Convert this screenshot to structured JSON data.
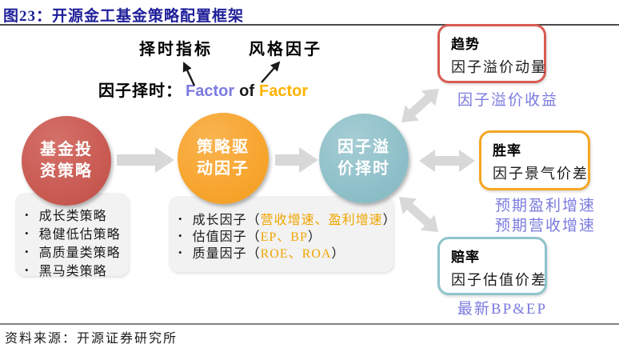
{
  "figure": {
    "title": "图23：开源金工基金策略配置框架",
    "source": "资料来源：开源证券研究所"
  },
  "top": {
    "timing_indicator_label": "择时指标",
    "style_factor_label": "风格因子",
    "factor_timing_prefix": "因子择时：",
    "factor_word_1": "Factor",
    "of_word": "of",
    "factor_word_2": "Factor"
  },
  "circles": [
    {
      "line1": "基金投",
      "line2": "资策略"
    },
    {
      "line1": "策略驱",
      "line2": "动因子"
    },
    {
      "line1": "因子溢",
      "line2": "价择时"
    }
  ],
  "strategy_list": {
    "items": [
      "成长类策略",
      "稳健低估策略",
      "高质量类策略",
      "黑马类策略"
    ]
  },
  "factor_list": {
    "open": "（",
    "close": "）",
    "items": [
      {
        "name": "成长因子",
        "detail": "营收增速、盈利增速"
      },
      {
        "name": "估值因子",
        "detail": "EP、BP"
      },
      {
        "name": "质量因子",
        "detail": "ROE、ROA"
      }
    ]
  },
  "right_boxes": [
    {
      "title": "趋势",
      "subtitle": "因子溢价动量",
      "captions": [
        "因子溢价收益"
      ]
    },
    {
      "title": "胜率",
      "subtitle": "因子景气价差",
      "captions": [
        "预期盈利增速",
        "预期营收增速"
      ]
    },
    {
      "title": "赔率",
      "subtitle": "因子估值价差",
      "captions": [
        "最新BP&EP"
      ]
    }
  ],
  "colors": {
    "title_navy": "#1F1F99",
    "circle_red": "#C95B53",
    "circle_orange": "#F7A52E",
    "circle_teal": "#8FC0C9",
    "border_red": "#D85C52",
    "border_orange": "#F5A623",
    "border_teal": "#8FC4CC",
    "caption_purple": "#7B7BE0",
    "detail_orange": "#F0A500",
    "arrow_gray": "#D8D8D8"
  }
}
